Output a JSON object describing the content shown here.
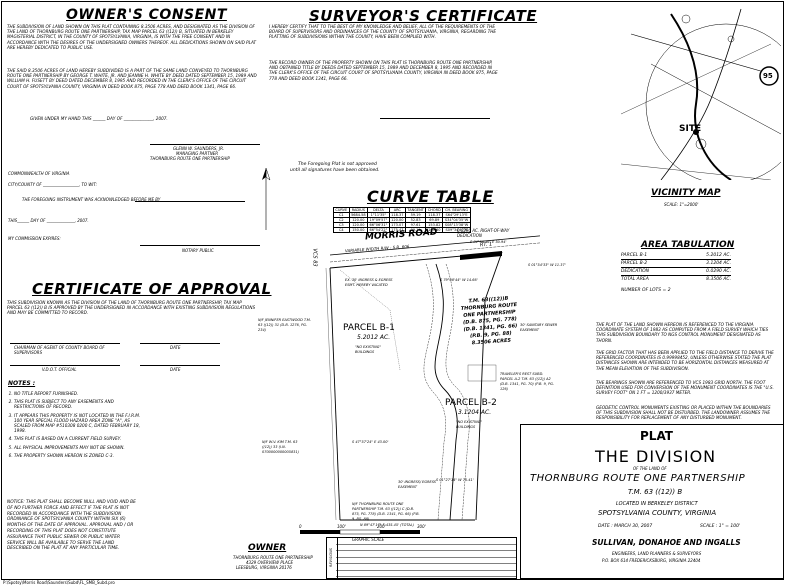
{
  "owners_consent": {
    "title": "OWNER'S CONSENT",
    "para1": "THE SUBDIVISION OF LAND SHOWN ON THIS PLAT CONTAINING 8.3506 ACRES, AND DESIGNATED AS THE DIVISION OF THE LAND OF THORNBURG ROUTE ONE PARTNERSHIP, TAX MAP PARCEL 63 ((12)) B, SITUATED IN BERKELEY MAGISTERIAL DISTRICT, IN THE COUNTY OF SPOTSYLVANIA, VIRGINIA, IS WITH THE FREE CONSENT AND IN ACCORDANCE WITH THE DESIRES OF THE UNDERSIGNED OWNERS THEREOF. ALL DEDICATIONS SHOWN ON SAID PLAT ARE HEREBY DEDICATED TO PUBLIC USE.",
    "para2": "THE SAID 8.3506 ACRES OF LAND HEREBY SUBDIVIDED IS A PART OF THE SAME LAND CONVEYED TO THORNBURG ROUTE ONE PARTNERSHIP BY GEORGE T. WHITE, JR. AND JEANNE H. WHITE BY DEED DATED SEPTEMBER 15, 1989 AND WILLIAM H. FUSETT BY DEED DATED DECEMBER 8, 1995 AND RECORDED IN THE CLERK'S OFFICE OF THE CIRCUIT COURT OF SPOTSYLVANIA COUNTY, VIRGINIA IN DEED BOOK 875, PAGE 778 AND DEED BOOK 1341, PAGE 66.",
    "given_under": "GIVEN UNDER MY HAND THIS ______ DAY OF ______________, 2007.",
    "signer_name": "GLENN W. SAUNDERS, JR.",
    "signer_title": "MANAGING PARTNER",
    "signer_org": "THORNBURG ROUTE ONE PARTNERSHIP"
  },
  "notary": {
    "commonwealth": "COMMONWEALTH OF VIRGINIA",
    "city_county": "CITY/COUNTY OF __________________, TO WIT:",
    "ack": "THE FOREGOING INSTRUMENT WAS ACKNOWLEDGED BEFORE ME BY",
    "this_day": "THIS______ DAY OF ______________, 2007.",
    "commission": "MY COMMISSION EXPIRES:",
    "notary_public": "NOTARY PUBLIC"
  },
  "surveyors_certificate": {
    "title": "SURVEYOR'S CERTIFICATE",
    "para1": "I HEREBY CERTIFY THAT TO THE BEST OF MY KNOWLEDGE AND BELIEF, ALL OF THE REQUIREMENTS OF THE BOARD OF SUPERVISORS AND ORDINANCES OF THE COUNTY OF SPOTSYLVANIA, VIRGINIA, REGARDING THE PLATTING OF SUBDIVISIONS WITHIN THE COUNTY, HAVE BEEN COMPLIED WITH.",
    "para2": "THE RECORD OWNER OF THE PROPERTY SHOWN ON THIS PLAT IS THORNBURG ROUTE ONE PARTNERSHIP, AND OBTAINED TITLE BY DEEDS DATED SEPTEMBER 15, 1989 AND DECEMBER 8, 1995 AND RECORDED IN THE CLERK'S OFFICE OF THE CIRCUIT COURT OF SPOTSYLVANIA COUNTY, VIRGINIA IN DEED BOOK 875, PAGE 778 AND DEED BOOK 1341, PAGE 66.",
    "approved_note_1": "The Foregoing Plat is not approved",
    "approved_note_2": "until all signatures have been obtained."
  },
  "curve_table": {
    "title": "CURVE TABLE",
    "headers": [
      "CURVE",
      "RADIUS",
      "DELTA",
      "ARC",
      "TANGENT",
      "CHORD",
      "CH. BEARING"
    ],
    "rows": [
      [
        "C1",
        "5684.58",
        "1°11'35\"",
        "118.37",
        "59.19",
        "118.37",
        "S64°29'13\"E"
      ],
      [
        "C2",
        "120.00",
        "19°09'57\"",
        "120.00",
        "52.83",
        "69.89",
        "S34°04'35\"W"
      ],
      [
        "C3",
        "120.00",
        "66°06'31\"",
        "173.07",
        "97.61",
        "153.82",
        "S08°13'38\"W"
      ],
      [
        "C4",
        "150.00",
        "66°54'22\"",
        "175.47",
        "99.11",
        "165.60",
        "S09°34'47\"E"
      ]
    ]
  },
  "map": {
    "road": "MORRIS ROAD",
    "road_sub": "VARIABLE WIDTH R/W - S.R. 606",
    "rt": "RT. 1",
    "rw_dedication": "0.0290 AC. RIGHT-OF-WAY DEDICATION",
    "parcel_b1": "PARCEL B-1",
    "parcel_b1_area": "5.2012 AC.",
    "parcel_b1_note": "\"NO EXISTING\" BUILDINGS",
    "parcel_b2": "PARCEL B-2",
    "parcel_b2_area": "3.1204 AC.",
    "parcel_b2_note": "\"NO EXISTING\" BUILDINGS",
    "tm_label_1": "T.M. 63((12))B",
    "tm_label_2": "THORNBURG ROUTE",
    "tm_label_3": "ONE PARTNERSHIP",
    "tm_label_4": "(D.B. 875, PG. 778)",
    "tm_label_5": "(D.B. 1341, PG. 66)",
    "tm_label_6": "(P.B. 9, PG. 88)",
    "tm_label_7": "8.3506 ACRES",
    "easement_1": "EX. 30' INGRESS & EGRESS ESMT. HEREBY VACATED",
    "easement_2": "30' INGRESS/ EGRESS EASEMENT",
    "sanitary": "30' SANITARY SEWER EASEMENT",
    "neighbor_w1": "N/F JENNIFER EASTWOOD T.M. 63 ((12)) 31 (D.B. 1276, PG. 234)",
    "neighbor_w2": "N/F W.V. KIM T.M. 63 ((12)) 33 (I.N. 0700000000005831)",
    "neighbor_s": "N/F THORNBURG ROUTE ONE PARTNERSHIP T.M. 63 ((12)) C (D.B. 875, PG. 778) (D.B. 1341, PG. 66) (P.B. 9, PG. 88)",
    "neighbor_e": "TRAVELER'S REST SUBD. PARCEL A-2 T.M. 63 ((12)) A2 (D.B. 1341, PG. 70) (P.B. 9, PG. 126)",
    "bearing_1": "S 79°08'44\" W 14.66'",
    "bearing_2": "S 47°57'24\" E 43.00'",
    "bearing_3": "S 01°27'14\" W 75.41'",
    "bearing_4": "N 89°47'17\" E 435.45' (TOTAL)",
    "bearing_5": "S 84°36'36\" E 50.94'",
    "bearing_6": "S 01°54'33\" W 11.37'",
    "scale_labels": [
      "0",
      "100'",
      "200'",
      "300'"
    ],
    "graphic_scale": "GRAPHIC SCALE",
    "vcs": "VCS 83"
  },
  "certificate_of_approval": {
    "title": "CERTIFICATE OF APPROVAL",
    "para": "THIS SUBDIVISION KNOWN AS THE DIVISION OF THE LAND OF THORNBURG ROUTE ONE PARTNERSHIP, TAX MAP PARCEL 63 ((12)) B IS APPROVED BY THE UNDERSIGNED IN ACCORDANCE WITH EXISTING SUBDIVISION REGULATIONS AND MAY BE COMMITTED TO RECORD.",
    "sig1": "CHAIRMAN OF AGENT OF COUNTY BOARD OF SUPERVISORS",
    "date": "DATE",
    "sig2": "V.D.O.T. OFFICIAL"
  },
  "notes": {
    "title": "NOTES :",
    "items": [
      "NO TITLE REPORT FURNISHED.",
      "THIS PLAT IS SUBJECT TO ANY EASEMENTS AND RESTRICTIONS OF RECORD.",
      "IT APPEARS THIS PROPERTY IS NOT LOCATED IN THE F.I.R.M. 100 YEAR SPECIAL FLOOD HAZARD AREA ZONE \"A\", AS SCALED FROM MAP #510308 0200 C, DATED FEBRUARY 18, 1998.",
      "THIS PLAT IS BASED ON A CURRENT FIELD SURVEY.",
      "ALL PHYSICAL IMPROVEMENTS MAY NOT BE SHOWN.",
      "THE PROPERTY SHOWN HEREON IS ZONED C-3."
    ],
    "notice": "NOTICE: THIS PLAT SHALL BECOME NULL AND VOID AND BE OF NO FURTHER FORCE AND EFFECT IF THE PLAT IS NOT RECORDED IN ACCORDANCE WITH THE SUBDIVISION ORDINANCE OF SPOTSYLVANIA COUNTY WITHIN SIX (6) MONTHS OF THE DATE OF APPROVAL. APPROVAL AND / OR RECORDING OF THIS PLAT DOES NOT CONSTITUTE ASSURANCE THAT PUBLIC SEWER OR PUBLIC WATER SERVICE WILL BE AVAILABLE TO SERVE THE LAND DESCRIBED ON THE PLAT AT ANY PARTICULAR TIME."
  },
  "owner_block": {
    "title": "OWNER",
    "line1": "THORNBURG ROUTE ONE PARTNERSHIP",
    "line2": "4329 OVERVIEW PLACE",
    "line3": "LEESBURG, VIRGINIA 20176"
  },
  "revisions_label": "REVISIONS",
  "vicinity_map": {
    "title": "VICINITY MAP",
    "scale": "SCALE: 1\"=2000'",
    "site": "SITE",
    "route": "95"
  },
  "area_tabulation": {
    "title": "AREA TABULATION",
    "rows": [
      [
        "PARCEL B-1",
        "5.2012 AC."
      ],
      [
        "PARCEL B-2",
        "3.1204 AC."
      ],
      [
        "DEDICATION",
        "0.0290 AC."
      ],
      [
        "TOTAL AREA",
        "8.3506 AC."
      ]
    ],
    "lots": "NUMBER OF LOTS = 2"
  },
  "right_notes": {
    "p1": "THE PLAT OF THE LAND SHOWN HEREON IS REFERENCED TO THE VIRGINIA COORDINATE SYSTEM OF 1983 AS COMPUTED FROM A FIELD SURVEY WHICH TIES THIS SUBDIVISION BOUNDARY TO NGS CONTROL MONUMENT DESIGNATED AS THORN.",
    "p2": "THE GRID FACTOR THAT HAS BEEN APPLIED TO THE FIELD DISTANCE TO DERIVE THE REFERENCED COORDINATES IS 0.99998452, UNLESS OTHERWISE STATED THE PLAT DISTANCES SHOWN ARE INTENDED TO BE HORIZONTAL DISTANCES MEASURED AT THE MEAN ELEVATION OF THE SUBDIVISION.",
    "p3": "THE BEARINGS SHOWN ARE REFERENCED TO VCS 1983 GRID NORTH. THE FOOT DEFINITION USED FOR CONVERSION OF THE MONUMENT COORDINATES IS THE \"U.S. SURVEY FOOT\" ON 1 FT = 1200/3937 METER.",
    "p4": "GEODETIC CONTROL MONUMENTS EXISTING OR PLACED WITHIN THE BOUNDARIES OF THIS SUBDIVISION SHALL NOT BE DISTURBED. THE LANDOWNER ASSUMES THE RESPONSIBILITY FOR REPLACEMENT OF ANY DISTURBED MONUMENT."
  },
  "title_block": {
    "plat": "PLAT",
    "the_division": "THE DIVISION",
    "of_the_land_of": "OF THE LAND OF",
    "owner": "THORNBURG ROUTE ONE PARTNERSHIP",
    "tm": "T.M. 63 ((12)) B",
    "located": "LOCATED IN BERKELEY DISTRICT",
    "county": "SPOTSYLVANIA COUNTY, VIRGINIA",
    "date": "DATE : MARCH 30, 2007",
    "scale": "SCALE : 1\" = 100'",
    "firm": "SULLIVAN, DONAHOE AND INGALLS",
    "firm_sub": "ENGINEERS, LAND PLANNERS & SURVEYORS",
    "firm_addr": "P.O. BOX 614  FREDERICKSBURG, VIRGINIA 22404"
  },
  "footer_path": "P:\\Spotsy\\Morris Road\\Saunders\\Subd\\FL_SMB_Subd.pro"
}
